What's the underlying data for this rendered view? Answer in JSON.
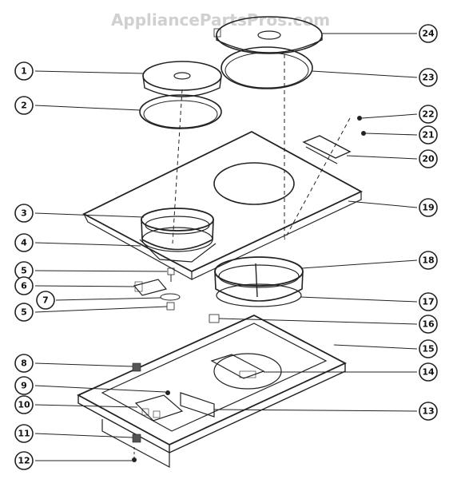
{
  "watermark": "AppliancePartsPros.com",
  "callouts": [
    {
      "id": 1,
      "label": "1"
    },
    {
      "id": 2,
      "label": "2"
    },
    {
      "id": 3,
      "label": "3"
    },
    {
      "id": 4,
      "label": "4"
    },
    {
      "id": 5,
      "label": "5"
    },
    {
      "id": 6,
      "label": "6"
    },
    {
      "id": 7,
      "label": "7"
    },
    {
      "id": 55,
      "label": "5"
    },
    {
      "id": 8,
      "label": "8"
    },
    {
      "id": 9,
      "label": "9"
    },
    {
      "id": 10,
      "label": "10"
    },
    {
      "id": 11,
      "label": "11"
    },
    {
      "id": 12,
      "label": "12"
    },
    {
      "id": 13,
      "label": "13"
    },
    {
      "id": 14,
      "label": "14"
    },
    {
      "id": 15,
      "label": "15"
    },
    {
      "id": 16,
      "label": "16"
    },
    {
      "id": 17,
      "label": "17"
    },
    {
      "id": 18,
      "label": "18"
    },
    {
      "id": 19,
      "label": "19"
    },
    {
      "id": 20,
      "label": "20"
    },
    {
      "id": 21,
      "label": "21"
    },
    {
      "id": 22,
      "label": "22"
    },
    {
      "id": 23,
      "label": "23"
    },
    {
      "id": 24,
      "label": "24"
    }
  ]
}
